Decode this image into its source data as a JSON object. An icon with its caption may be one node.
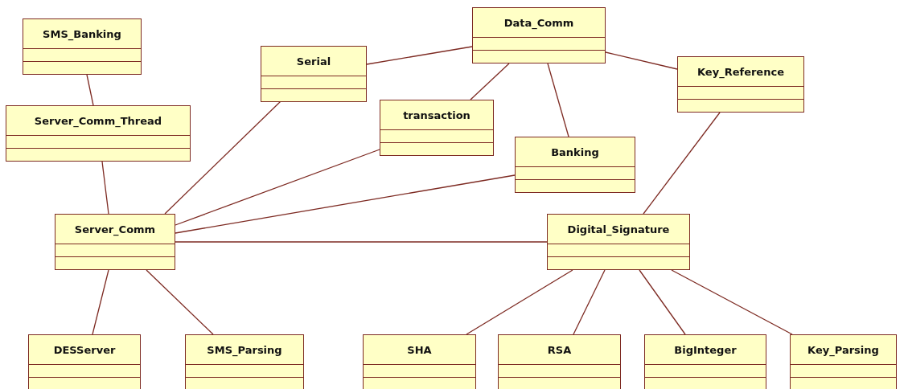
{
  "diagram": {
    "nodes": [
      {
        "text": [
          "SMS_Banking"
        ]
      },
      {
        "text": [
          "Data_Comm"
        ]
      },
      {
        "text": [
          "Serial"
        ]
      },
      {
        "text": [
          "Key_Reference"
        ]
      },
      {
        "text": [
          "Server_Comm_Thread"
        ]
      },
      {
        "text": [
          "transaction"
        ]
      },
      {
        "text": [
          "Banking"
        ]
      },
      {
        "text": [
          "Server_Comm"
        ]
      },
      {
        "text": [
          "Digital_Signature"
        ]
      },
      {
        "text": [
          "DESServer"
        ]
      },
      {
        "text": [
          "SMS_Parsing"
        ]
      },
      {
        "text": [
          "SHA"
        ]
      },
      {
        "text": [
          "RSA"
        ]
      },
      {
        "text": [
          "BigInteger"
        ]
      },
      {
        "text": [
          "Key_Parsing"
        ]
      }
    ],
    "edges": [
      {
        "from": 0,
        "to": 4,
        "arrow": "none"
      },
      {
        "from": 4,
        "to": 7,
        "arrow": "none"
      },
      {
        "from": 2,
        "to": 1,
        "arrow": "none"
      },
      {
        "from": 1,
        "to": 5,
        "arrow": "none"
      },
      {
        "from": 1,
        "to": 6,
        "arrow": "none"
      },
      {
        "from": 1,
        "to": 3,
        "arrow": "none"
      },
      {
        "from": 2,
        "to": 7,
        "arrow": "none"
      },
      {
        "from": 5,
        "to": 7,
        "arrow": "none"
      },
      {
        "from": 6,
        "to": 7,
        "arrow": "none"
      },
      {
        "from": 7,
        "to": 8,
        "arrow": "none"
      },
      {
        "from": 3,
        "to": 8,
        "arrow": "none"
      },
      {
        "from": 7,
        "to": 9,
        "arrow": "none"
      },
      {
        "from": 7,
        "to": 10,
        "arrow": "none"
      },
      {
        "from": 8,
        "to": 11,
        "arrow": "none"
      },
      {
        "from": 8,
        "to": 12,
        "arrow": "none"
      },
      {
        "from": 8,
        "to": 13,
        "arrow": "none"
      },
      {
        "from": 8,
        "to": 14,
        "arrow": "none"
      }
    ]
  }
}
